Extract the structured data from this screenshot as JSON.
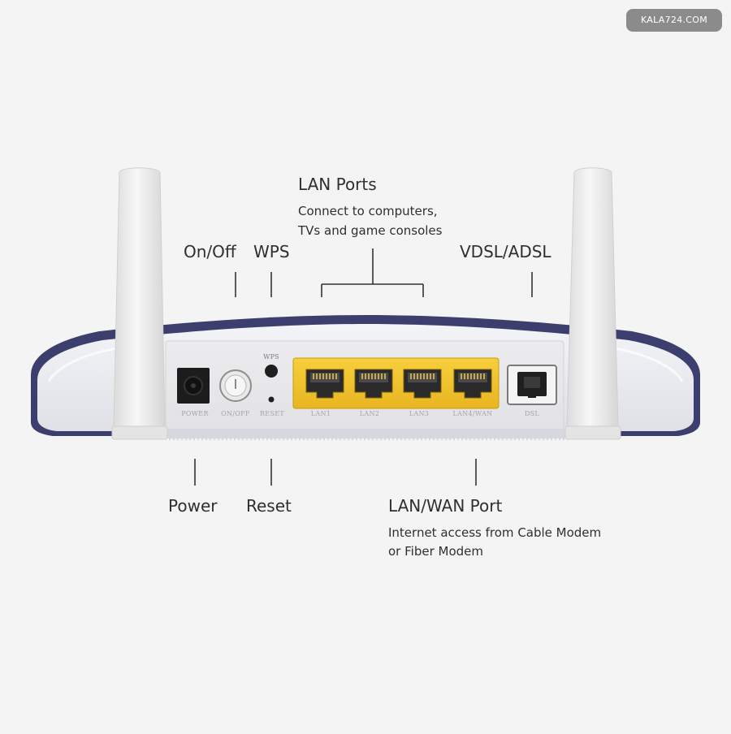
{
  "watermark": "KALA724.COM",
  "callouts": {
    "lan_ports_title": "LAN Ports",
    "lan_ports_line1": "Connect to computers,",
    "lan_ports_line2": "TVs and game consoles",
    "on_off": "On/Off",
    "wps": "WPS",
    "vdsl_adsl": "VDSL/ADSL",
    "power": "Power",
    "reset": "Reset",
    "lan_wan_title": "LAN/WAN Port",
    "lan_wan_line1": "Internet access from Cable Modem",
    "lan_wan_line2": "or Fiber Modem"
  },
  "port_labels": {
    "power": "POWER",
    "on_off": "ON/OFF",
    "reset": "RESET",
    "wps": "WPS",
    "lan1": "LAN1",
    "lan2": "LAN2",
    "lan3": "LAN3",
    "lan4_wan": "LAN4/WAN",
    "dsl": "DSL"
  },
  "colors": {
    "background": "#f4f4f4",
    "router_body": "#ebedf2",
    "router_rim": "#3c3f6e",
    "port_yellow": "#f2c22e",
    "antenna": "#f0f0f0"
  }
}
